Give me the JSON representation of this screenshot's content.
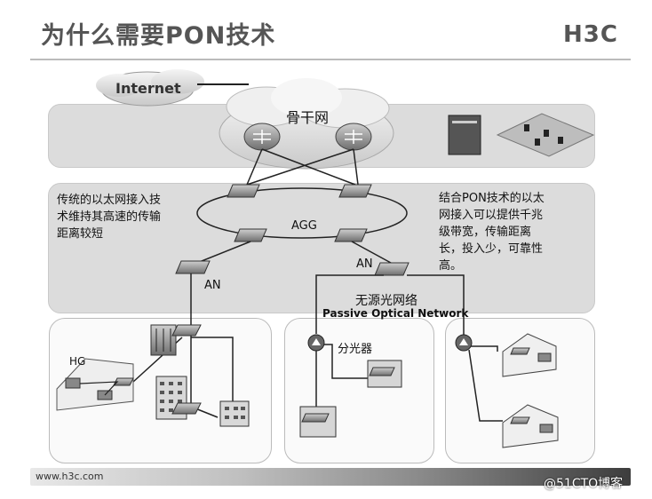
{
  "slide": {
    "title": "为什么需要PON技术",
    "logo": "H3C",
    "footer_url": "www.h3c.com",
    "watermark": "@51CTO博客"
  },
  "diagram": {
    "internet_label": "Internet",
    "backbone_label": "骨干网",
    "agg_label": "AGG",
    "an_left_label": "AN",
    "an_right_label": "AN",
    "pon_cn_label": "无源光网络",
    "pon_en_label": "Passive Optical Network",
    "splitter_label": "分光器",
    "hg_label": "HG",
    "left_note_lines": [
      "传统的以太网接入技",
      "术维持其高速的传输",
      "距离较短"
    ],
    "right_note_lines": [
      "结合PON技术的以太",
      "网接入可以提供千兆",
      "级带宽，传输距离",
      "长，投入少，可靠性",
      "高。"
    ]
  }
}
